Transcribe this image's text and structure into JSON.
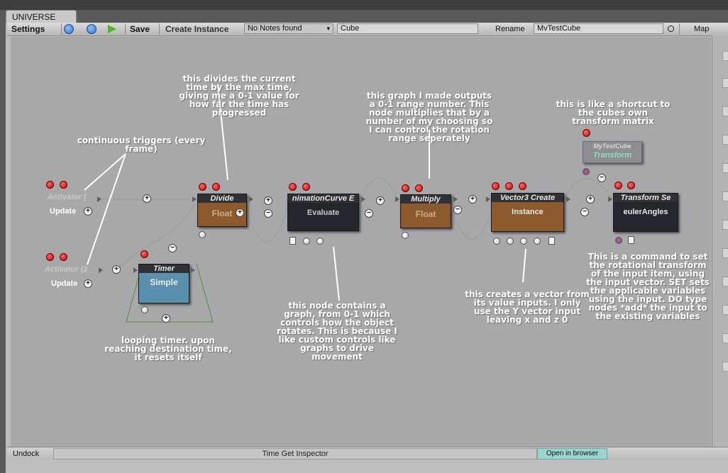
{
  "window": {
    "tab_title": "UNIVERSE"
  },
  "toolbar": {
    "settings_label": "Settings",
    "play_icon": "play-icon",
    "pause_icon": "pause-icon",
    "step_icon": "step-icon",
    "save_label": "Save",
    "create_instance_label": "Create Instance",
    "notes_dropdown_value": "No Notes found",
    "search_value": "Cube",
    "rename_label": "Rename",
    "name_field_value": "MvTestCube",
    "map_label": "Map"
  },
  "nodes": {
    "activator1": {
      "title": "Activator (",
      "out_label": "Update"
    },
    "activator2": {
      "title": "Activator (2",
      "out_label": "Update"
    },
    "timer": {
      "title": "Timer",
      "body": "Simple"
    },
    "divide": {
      "title": "Divide",
      "body": "Float"
    },
    "animcurve": {
      "title": "nimationCurve E",
      "body": "Evaluate"
    },
    "multiply": {
      "title": "Multiply",
      "body": "Float"
    },
    "vector3": {
      "title": "Vector3 Create",
      "body": "Instance"
    },
    "transformset": {
      "title": "Transform Se",
      "body": "eulerAngles"
    },
    "mytestcube": {
      "title": "MyTestCube",
      "body": "Transform"
    }
  },
  "annotations": {
    "divide": "this divides the current time by the max time, giving me a 0-1 value for how far the time has progressed",
    "triggers": "continuous triggers (every frame)",
    "graph_made": "this graph I made outputs a 0-1 range number. This node multiplies that by a number of my choosing so I can control the rotation range seperately",
    "shortcut": "this is like a shortcut to the cubes own transform matrix",
    "timer": "looping timer. upon reaching destination time, it resets itself",
    "animcurve": "this node contains a graph, from 0-1 which controls how the object rotates. This is because I like custom controls like graphs to drive movement",
    "vector": "this creates a vector from its value inputs. I only use the Y vector input leaving x and z 0",
    "command": "This is a command to set the rotational transform of the input item, using the input vector. SET sets the applicable variables using the input. DO type nodes *add* the input to the existing variables"
  },
  "bottom": {
    "undock_label": "Undock",
    "inspector_title": "Time Get Inspector",
    "open_browser_label": "Open in browser"
  },
  "colors": {
    "canvas": "#a8a8ab",
    "node_dark": "#23262c",
    "node_orange": "#8c5a2c",
    "node_blue": "#5a8fae",
    "accent_teal": "#9ad5d2"
  }
}
